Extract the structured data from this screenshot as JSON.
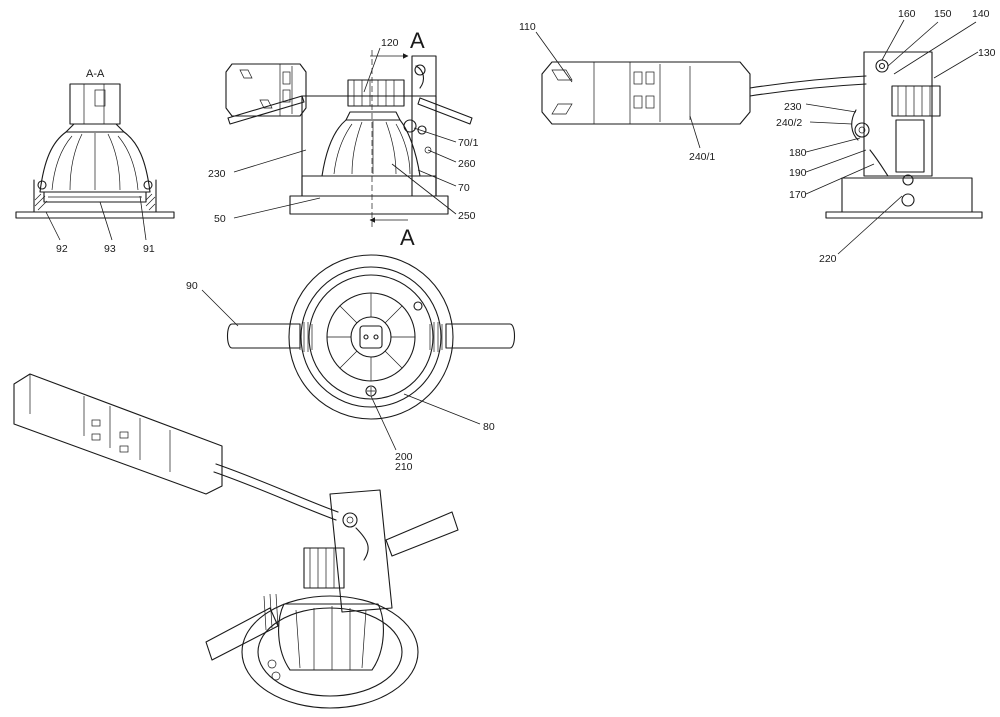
{
  "section": {
    "title": "A-A",
    "marker_top": "A",
    "marker_bottom": "A"
  },
  "view_section": {
    "labels": [
      "92",
      "93",
      "91"
    ]
  },
  "view_front": {
    "labels": [
      "120",
      "70/1",
      "260",
      "70",
      "250",
      "230",
      "50"
    ]
  },
  "view_side": {
    "labels": [
      "110",
      "240/1",
      "160",
      "150",
      "140",
      "130",
      "230",
      "240/2",
      "180",
      "190",
      "170",
      "220"
    ]
  },
  "view_bottom": {
    "labels": [
      "90",
      "80",
      "200",
      "210"
    ]
  }
}
